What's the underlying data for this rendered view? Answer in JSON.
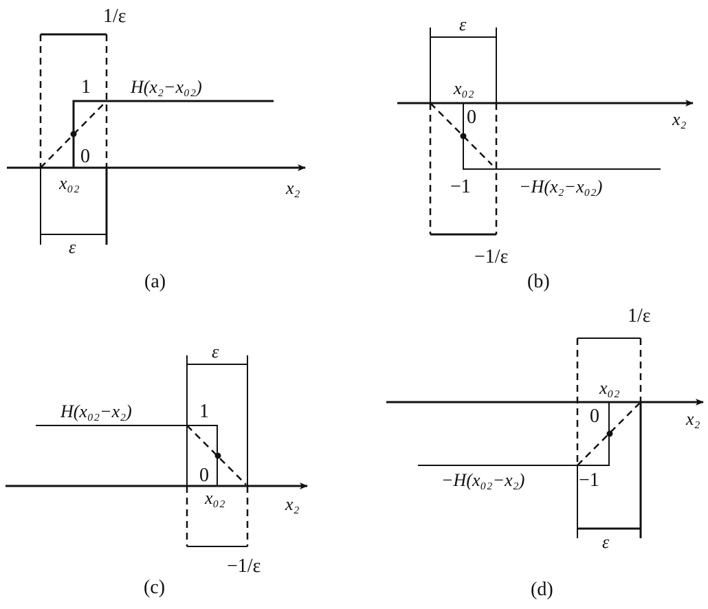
{
  "panels": [
    {
      "caption": "(a)",
      "top_value": "1/ε",
      "level_label": "1",
      "zero_label": "0",
      "x0_label": "x₀₂",
      "axis_label": "x₂",
      "width_label": "ε",
      "function_label": "H(x₂−x₀₂)"
    },
    {
      "caption": "(b)",
      "bottom_value": "−1/ε",
      "level_label": "−1",
      "zero_label": "0",
      "x0_label": "x₀₂",
      "axis_label": "x₂",
      "width_label": "ε",
      "function_label": "−H(x₂−x₀₂)"
    },
    {
      "caption": "(c)",
      "bottom_value": "−1/ε",
      "level_label": "1",
      "zero_label": "0",
      "x0_label": "x₀₂",
      "axis_label": "x₂",
      "width_label": "ε",
      "function_label": "H(x₀₂−x₂)"
    },
    {
      "caption": "(d)",
      "top_value": "1/ε",
      "level_label": "−1",
      "zero_label": "0",
      "x0_label": "x₀₂",
      "axis_label": "x₂",
      "width_label": "ε",
      "function_label": "−H(x₀₂−x₂)"
    }
  ]
}
